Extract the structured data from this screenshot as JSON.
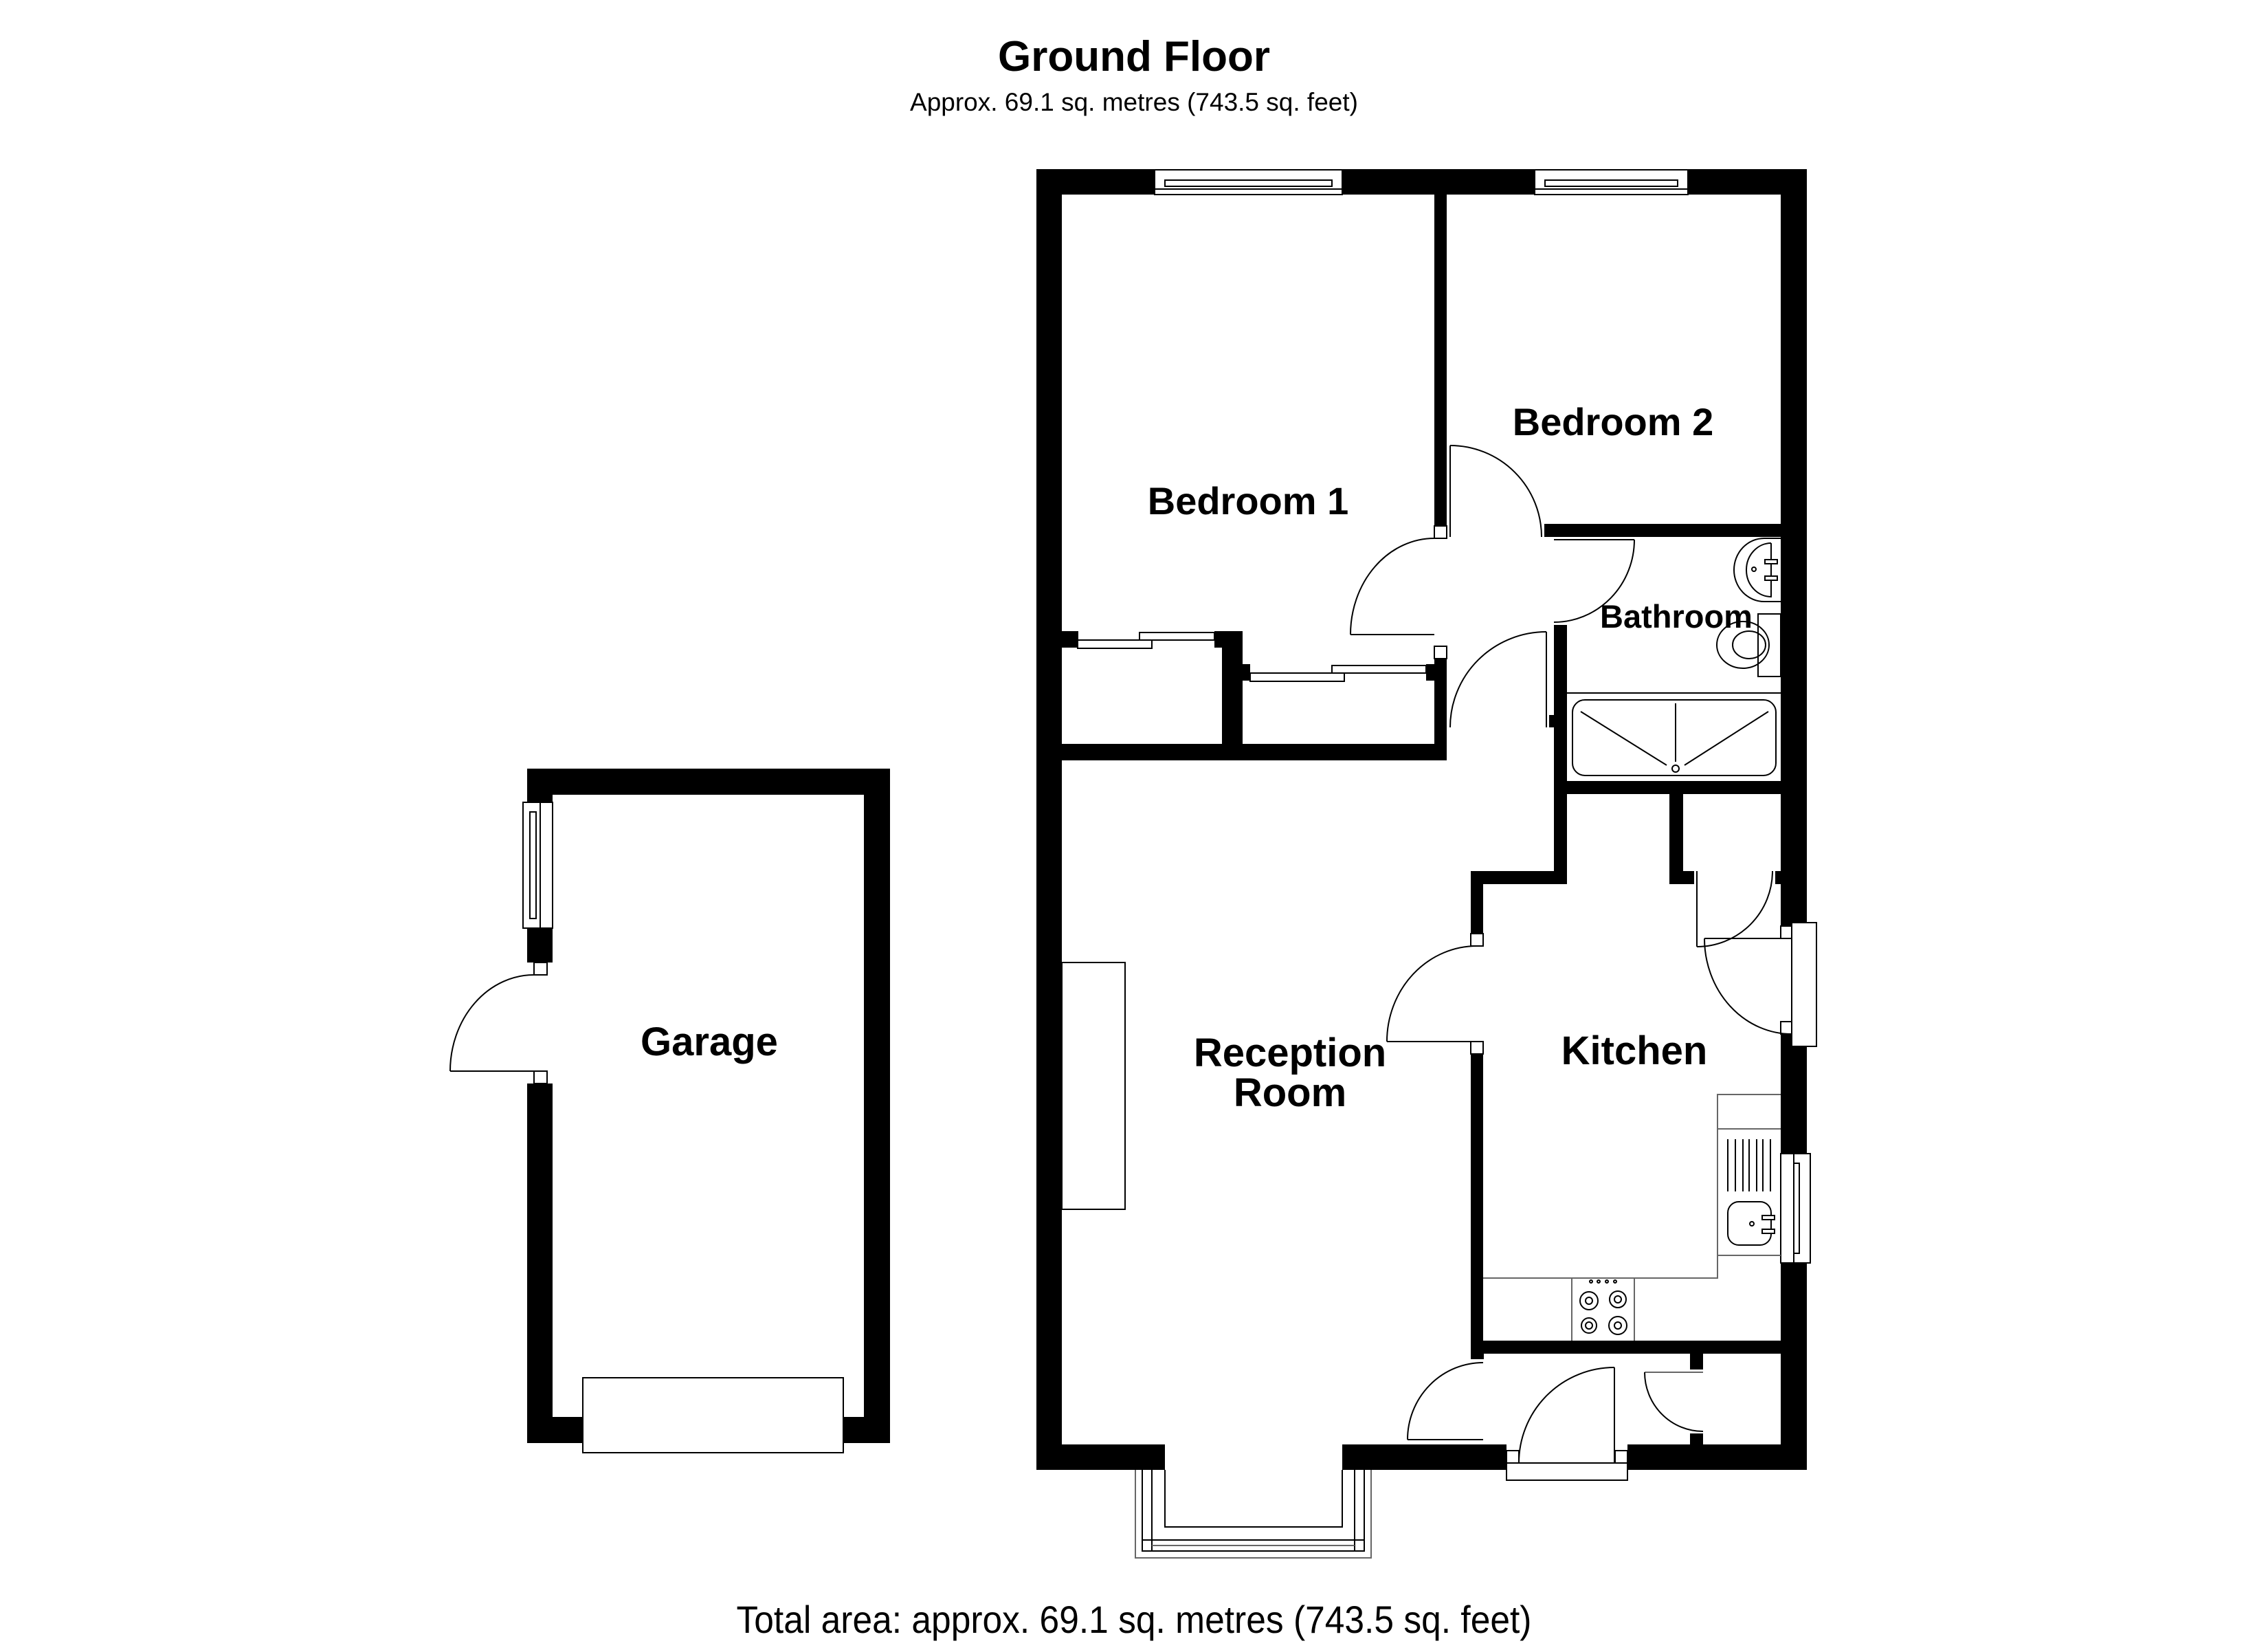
{
  "header": {
    "title": "Ground Floor",
    "subtitle": "Approx. 69.1 sq. metres (743.5 sq. feet)"
  },
  "footer": {
    "total_area": "Total area: approx. 69.1 sq. metres (743.5 sq. feet)"
  },
  "rooms": {
    "bedroom1": "Bedroom 1",
    "bedroom2": "Bedroom 2",
    "bathroom": "Bathroom",
    "reception_line1": "Reception",
    "reception_line2": "Room",
    "kitchen": "Kitchen",
    "garage": "Garage"
  },
  "colors": {
    "wall": "#000000",
    "background": "#ffffff",
    "fixture_stroke": "#555555"
  }
}
